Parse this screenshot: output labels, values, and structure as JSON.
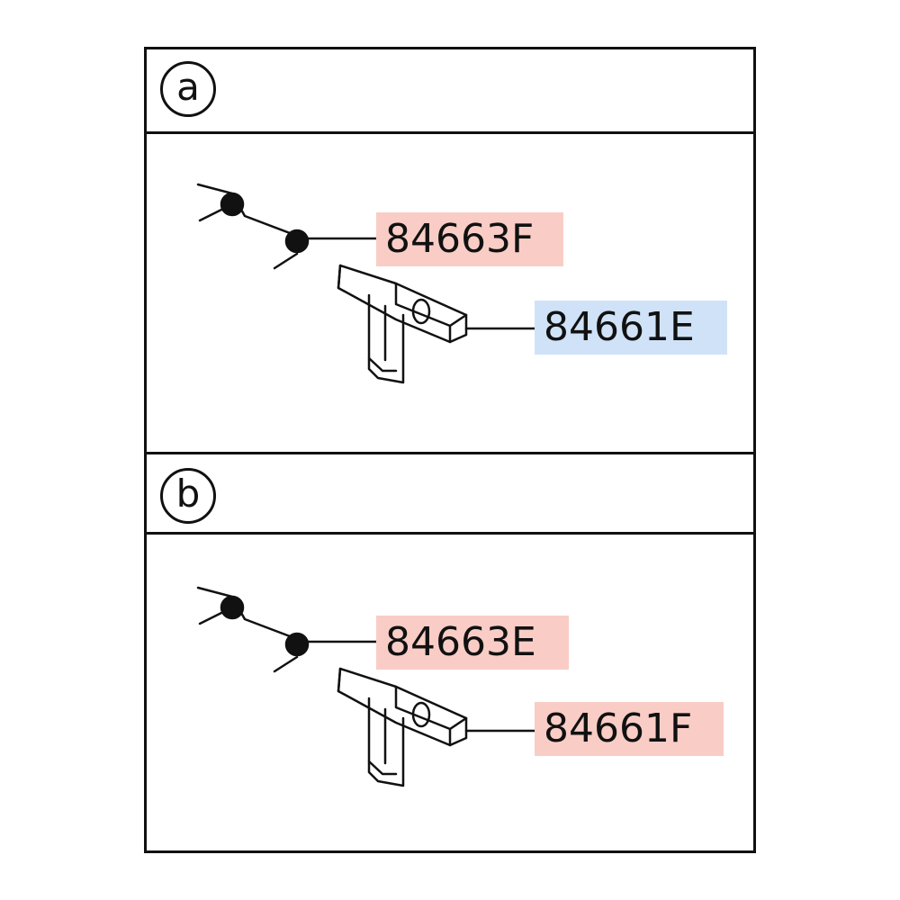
{
  "sections": [
    {
      "callout": "a",
      "parts": [
        {
          "label": "84663F",
          "highlight": "#f9cdc6"
        },
        {
          "label": "84661E",
          "highlight": "#cfe2f8"
        }
      ]
    },
    {
      "callout": "b",
      "parts": [
        {
          "label": "84663E",
          "highlight": "#f9cdc6"
        },
        {
          "label": "84661F",
          "highlight": "#f9cdc6"
        }
      ]
    }
  ],
  "colors": {
    "line": "#111111",
    "background": "#ffffff"
  }
}
